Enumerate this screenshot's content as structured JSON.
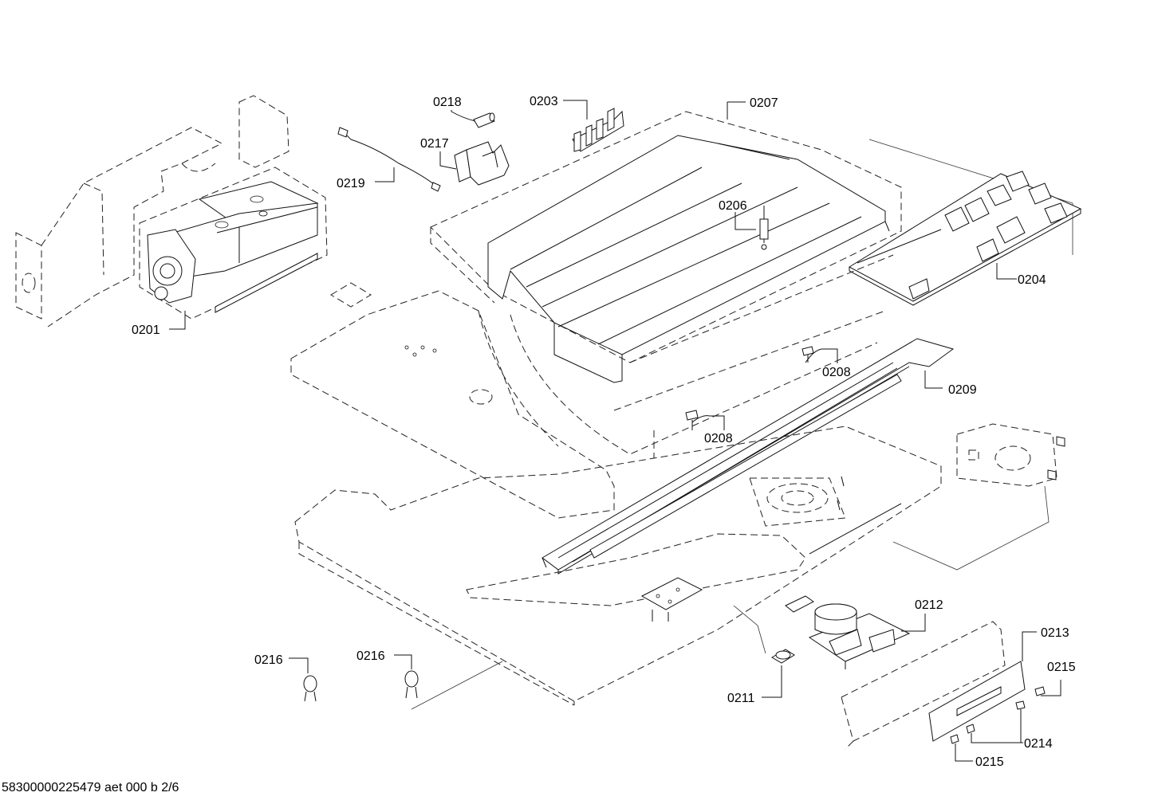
{
  "callouts": {
    "p0201": "0201",
    "p0203": "0203",
    "p0204": "0204",
    "p0206": "0206",
    "p0207": "0207",
    "p0208a": "0208",
    "p0208b": "0208",
    "p0209": "0209",
    "p0211": "0211",
    "p0212": "0212",
    "p0213": "0213",
    "p0214": "0214",
    "p0215a": "0215",
    "p0215b": "0215",
    "p0216a": "0216",
    "p0216b": "0216",
    "p0217": "0217",
    "p0218": "0218",
    "p0219": "0219"
  },
  "footer": "58300000225479 aet 000 b 2/6"
}
